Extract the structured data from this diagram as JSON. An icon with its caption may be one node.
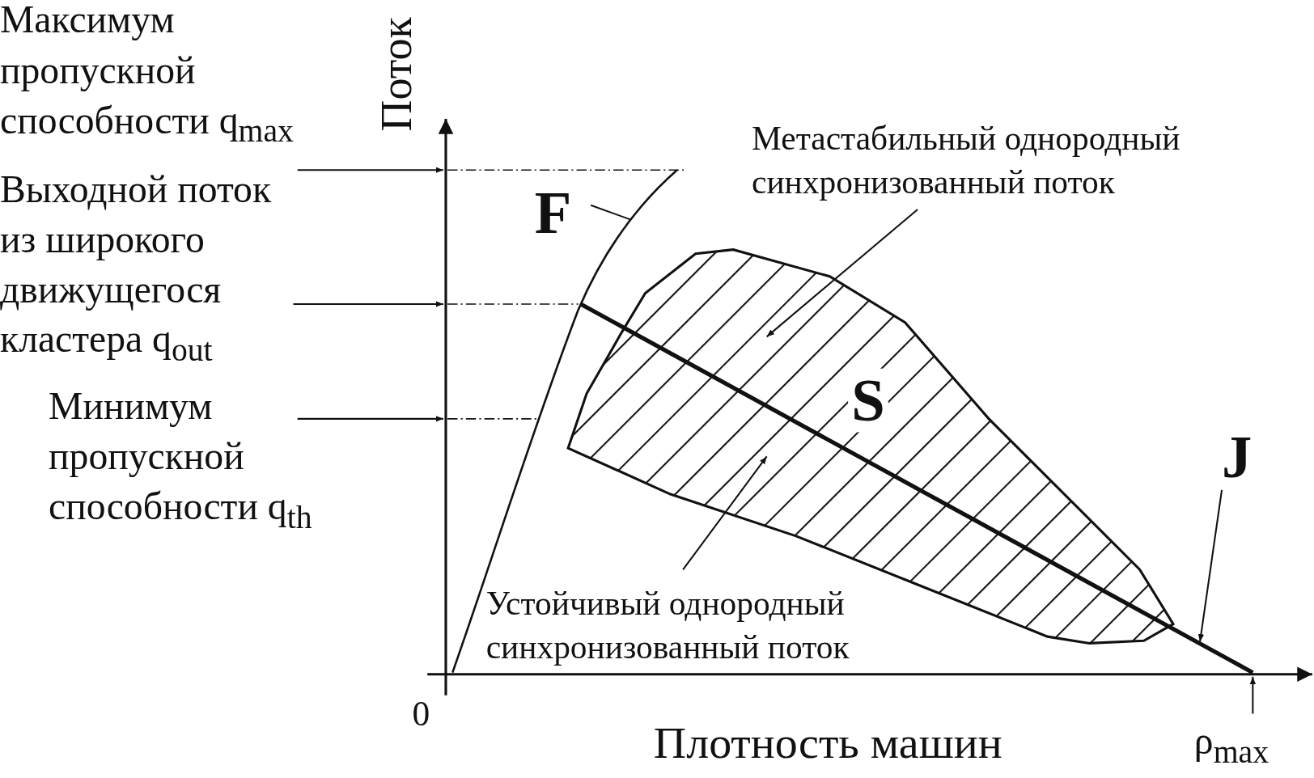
{
  "diagram": {
    "nodes": [
      {
        "text": [
          "Максимум пропускной способности q$_{max}$"
        ]
      },
      {
        "text": [
          "Выходной поток из широкого движущегося кластера q$_{out}$"
        ]
      },
      {
        "text": [
          "Минимум пропускной способности q$_{th}$"
        ]
      },
      {
        "text": [
          "Метастабильный однородный синхронизованный поток"
        ]
      },
      {
        "text": [
          "Устойчивый однородный синхронизованный поток"
        ]
      },
      {
        "text": [
          "F"
        ]
      },
      {
        "text": [
          "J"
        ]
      },
      {
        "text": [
          "ρ$_{max}$"
        ]
      }
    ],
    "edges": [
      {
        "from": 0,
        "to": null,
        "arrow": "to"
      },
      {
        "from": 1,
        "to": null,
        "arrow": "to"
      },
      {
        "from": 2,
        "to": null,
        "arrow": "to"
      },
      {
        "from": 3,
        "to": null,
        "arrow": "to"
      },
      {
        "from": 4,
        "to": null,
        "arrow": "to"
      },
      {
        "from": 5,
        "to": null,
        "arrow": "none"
      },
      {
        "from": 6,
        "to": null,
        "arrow": "to"
      },
      {
        "from": 7,
        "to": null,
        "arrow": "to"
      }
    ],
    "labels": [
      "Поток",
      "0",
      "Плотность машин",
      "S"
    ]
  }
}
